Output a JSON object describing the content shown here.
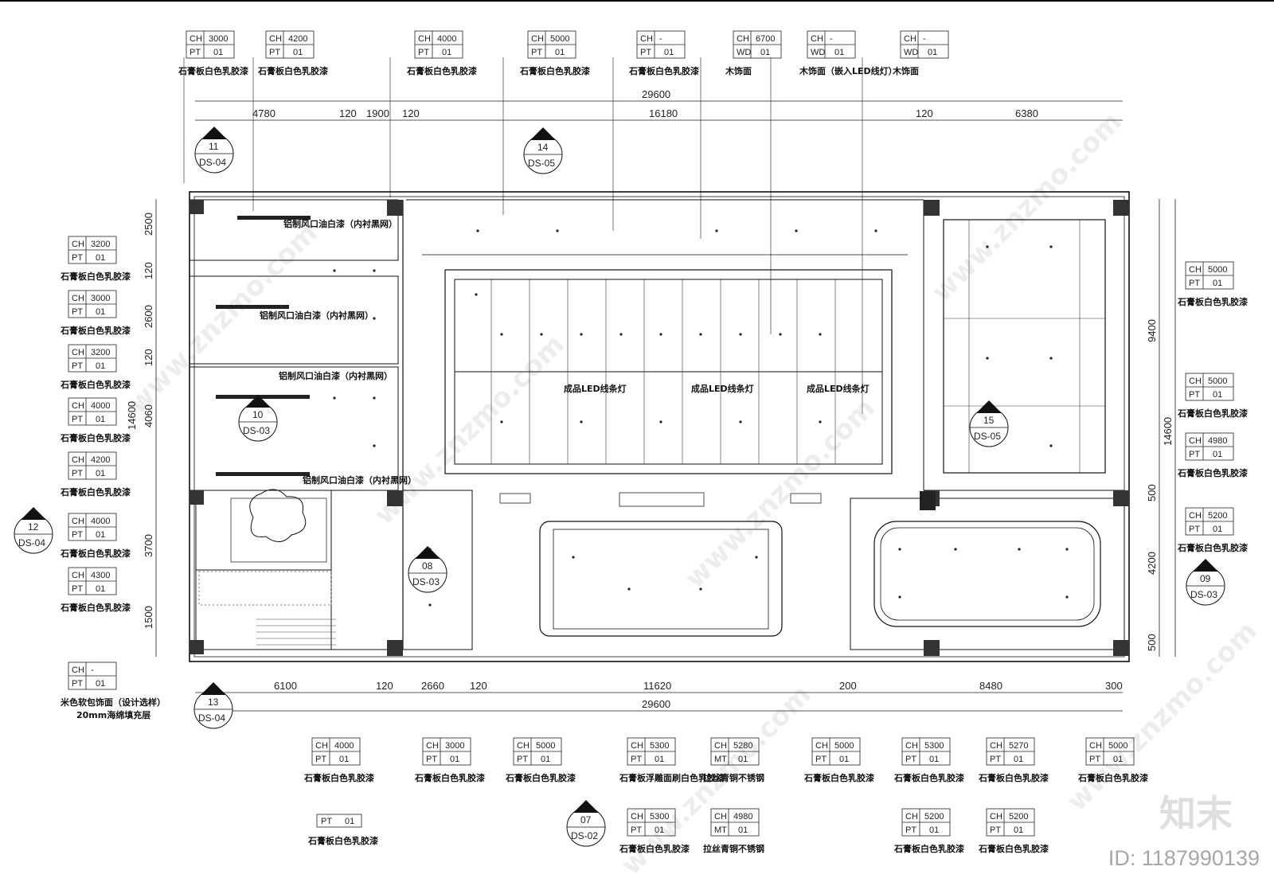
{
  "watermark": {
    "site": "www.znzmo.com",
    "brand": "知末",
    "id": "ID: 1187990139"
  },
  "dims": {
    "top_total": "29600",
    "top_segments": [
      "4780",
      "120",
      "1900",
      "120",
      "16180",
      "120",
      "6380"
    ],
    "bottom_total": "29600",
    "bottom_segments": [
      "6100",
      "120",
      "2660",
      "120",
      "11620",
      "200",
      "8480",
      "300"
    ],
    "left_segments": [
      "2500",
      "120",
      "2600",
      "120",
      "4060",
      "3700",
      "1500"
    ],
    "left_total": "14600",
    "right_segments": [
      "9400",
      "500",
      "4200",
      "500"
    ],
    "right_total": "14600"
  },
  "tags_top": [
    {
      "ch": "3000",
      "code": "PT",
      "num": "01",
      "label": "石膏板白色乳胶漆"
    },
    {
      "ch": "4200",
      "code": "PT",
      "num": "01",
      "label": "石膏板白色乳胶漆"
    },
    {
      "ch": "4000",
      "code": "PT",
      "num": "01",
      "label": "石膏板白色乳胶漆"
    },
    {
      "ch": "5000",
      "code": "PT",
      "num": "01",
      "label": "石膏板白色乳胶漆"
    },
    {
      "ch": "-",
      "code": "PT",
      "num": "01",
      "label": "石膏板白色乳胶漆"
    },
    {
      "ch": "6700",
      "code": "WD",
      "num": "01",
      "label": "木饰面"
    },
    {
      "ch": "-",
      "code": "WD",
      "num": "01",
      "label": "木饰面（嵌入LED线灯）"
    },
    {
      "ch": "-",
      "code": "WD",
      "num": "01",
      "label": "木饰面"
    }
  ],
  "tags_left": [
    {
      "ch": "3200",
      "code": "PT",
      "num": "01",
      "label": "石膏板白色乳胶漆"
    },
    {
      "ch": "3000",
      "code": "PT",
      "num": "01",
      "label": "石膏板白色乳胶漆"
    },
    {
      "ch": "3200",
      "code": "PT",
      "num": "01",
      "label": "石膏板白色乳胶漆"
    },
    {
      "ch": "4000",
      "code": "PT",
      "num": "01",
      "label": "石膏板白色乳胶漆"
    },
    {
      "ch": "4200",
      "code": "PT",
      "num": "01",
      "label": "石膏板白色乳胶漆"
    },
    {
      "ch": "4000",
      "code": "PT",
      "num": "01",
      "label": "石膏板白色乳胶漆"
    },
    {
      "ch": "4300",
      "code": "PT",
      "num": "01",
      "label": "石膏板白色乳胶漆"
    },
    {
      "ch": "-",
      "code": "PT",
      "num": "01",
      "label": "米色软包饰面（设计选样）",
      "label2": "20mm海绵填充层"
    }
  ],
  "tags_right": [
    {
      "ch": "5000",
      "code": "PT",
      "num": "01",
      "label": "石膏板白色乳胶漆"
    },
    {
      "ch": "5000",
      "code": "PT",
      "num": "01",
      "label": "石膏板白色乳胶漆"
    },
    {
      "ch": "4980",
      "code": "PT",
      "num": "01",
      "label": "石膏板白色乳胶漆"
    },
    {
      "ch": "5200",
      "code": "PT",
      "num": "01",
      "label": "石膏板白色乳胶漆"
    }
  ],
  "tags_bottom": [
    {
      "ch": "4000",
      "code": "PT",
      "num": "01",
      "label": "石膏板白色乳胶漆"
    },
    {
      "ch": "3000",
      "code": "PT",
      "num": "01",
      "label": "石膏板白色乳胶漆"
    },
    {
      "ch": "5000",
      "code": "PT",
      "num": "01",
      "label": "石膏板白色乳胶漆"
    },
    {
      "ch": "5300",
      "code": "PT",
      "num": "01",
      "label": "石膏板浮雕面刷白色乳胶漆"
    },
    {
      "ch": "5280",
      "code": "MT",
      "num": "01",
      "label": "拉丝青铜不锈钢"
    },
    {
      "ch": "5000",
      "code": "PT",
      "num": "01",
      "label": "石膏板白色乳胶漆"
    },
    {
      "ch": "5300",
      "code": "PT",
      "num": "01",
      "label": "石膏板白色乳胶漆"
    },
    {
      "ch": "5270",
      "code": "PT",
      "num": "01",
      "label": "石膏板白色乳胶漆"
    },
    {
      "ch": "5000",
      "code": "PT",
      "num": "01",
      "label": "石膏板白色乳胶漆"
    }
  ],
  "tags_bottom2": [
    {
      "ch": "5300",
      "code": "PT",
      "num": "01",
      "label": "石膏板白色乳胶漆"
    },
    {
      "ch": "4980",
      "code": "MT",
      "num": "01",
      "label": "拉丝青铜不锈钢"
    },
    {
      "ch": "5200",
      "code": "PT",
      "num": "01",
      "label": "石膏板白色乳胶漆"
    },
    {
      "ch": "5200",
      "code": "PT",
      "num": "01",
      "label": "石膏板白色乳胶漆"
    }
  ],
  "extra_tag": {
    "code": "PT",
    "num": "01",
    "label": "石膏板白色乳胶漆"
  },
  "callouts": [
    {
      "num": "11",
      "sheet": "DS-04"
    },
    {
      "num": "14",
      "sheet": "DS-05"
    },
    {
      "num": "10",
      "sheet": "DS-03"
    },
    {
      "num": "12",
      "sheet": "DS-04"
    },
    {
      "num": "08",
      "sheet": "DS-03"
    },
    {
      "num": "15",
      "sheet": "DS-05"
    },
    {
      "num": "09",
      "sheet": "DS-03"
    },
    {
      "num": "13",
      "sheet": "DS-04"
    },
    {
      "num": "07",
      "sheet": "DS-02"
    }
  ],
  "notes": {
    "vent1": "铝制风口油白漆（内衬黑网）",
    "vent2": "铝制风口油白漆（内衬黑网）",
    "vent3": "铝制风口油白漆（内衬黑网）",
    "vent4": "铝制风口油白漆（内衬黑网）",
    "led1": "成品LED线条灯",
    "led2": "成品LED线条灯",
    "led3": "成品LED线条灯"
  }
}
